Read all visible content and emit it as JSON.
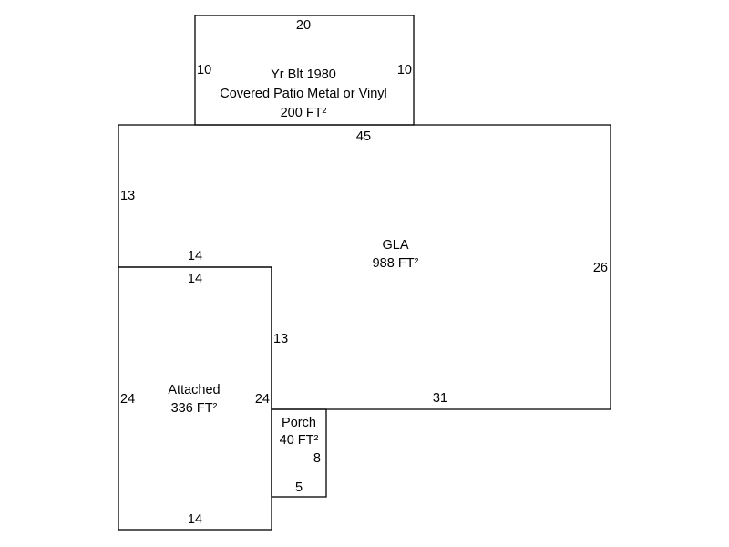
{
  "patio": {
    "top": "20",
    "left": "10",
    "right": "10",
    "line1": "Yr Blt 1980",
    "line2": "Covered Patio Metal or Vinyl",
    "area": "200 FT²"
  },
  "gla": {
    "top": "45",
    "left": "13",
    "right": "26",
    "bottom": "31",
    "step_top": "14",
    "step_side": "13",
    "name": "GLA",
    "area": "988 FT²"
  },
  "attached": {
    "top": "14",
    "left": "24",
    "right": "24",
    "bottom": "14",
    "name": "Attached",
    "area": "336 FT²"
  },
  "porch": {
    "name": "Porch",
    "area": "40 FT²",
    "side": "8",
    "bottom": "5"
  }
}
